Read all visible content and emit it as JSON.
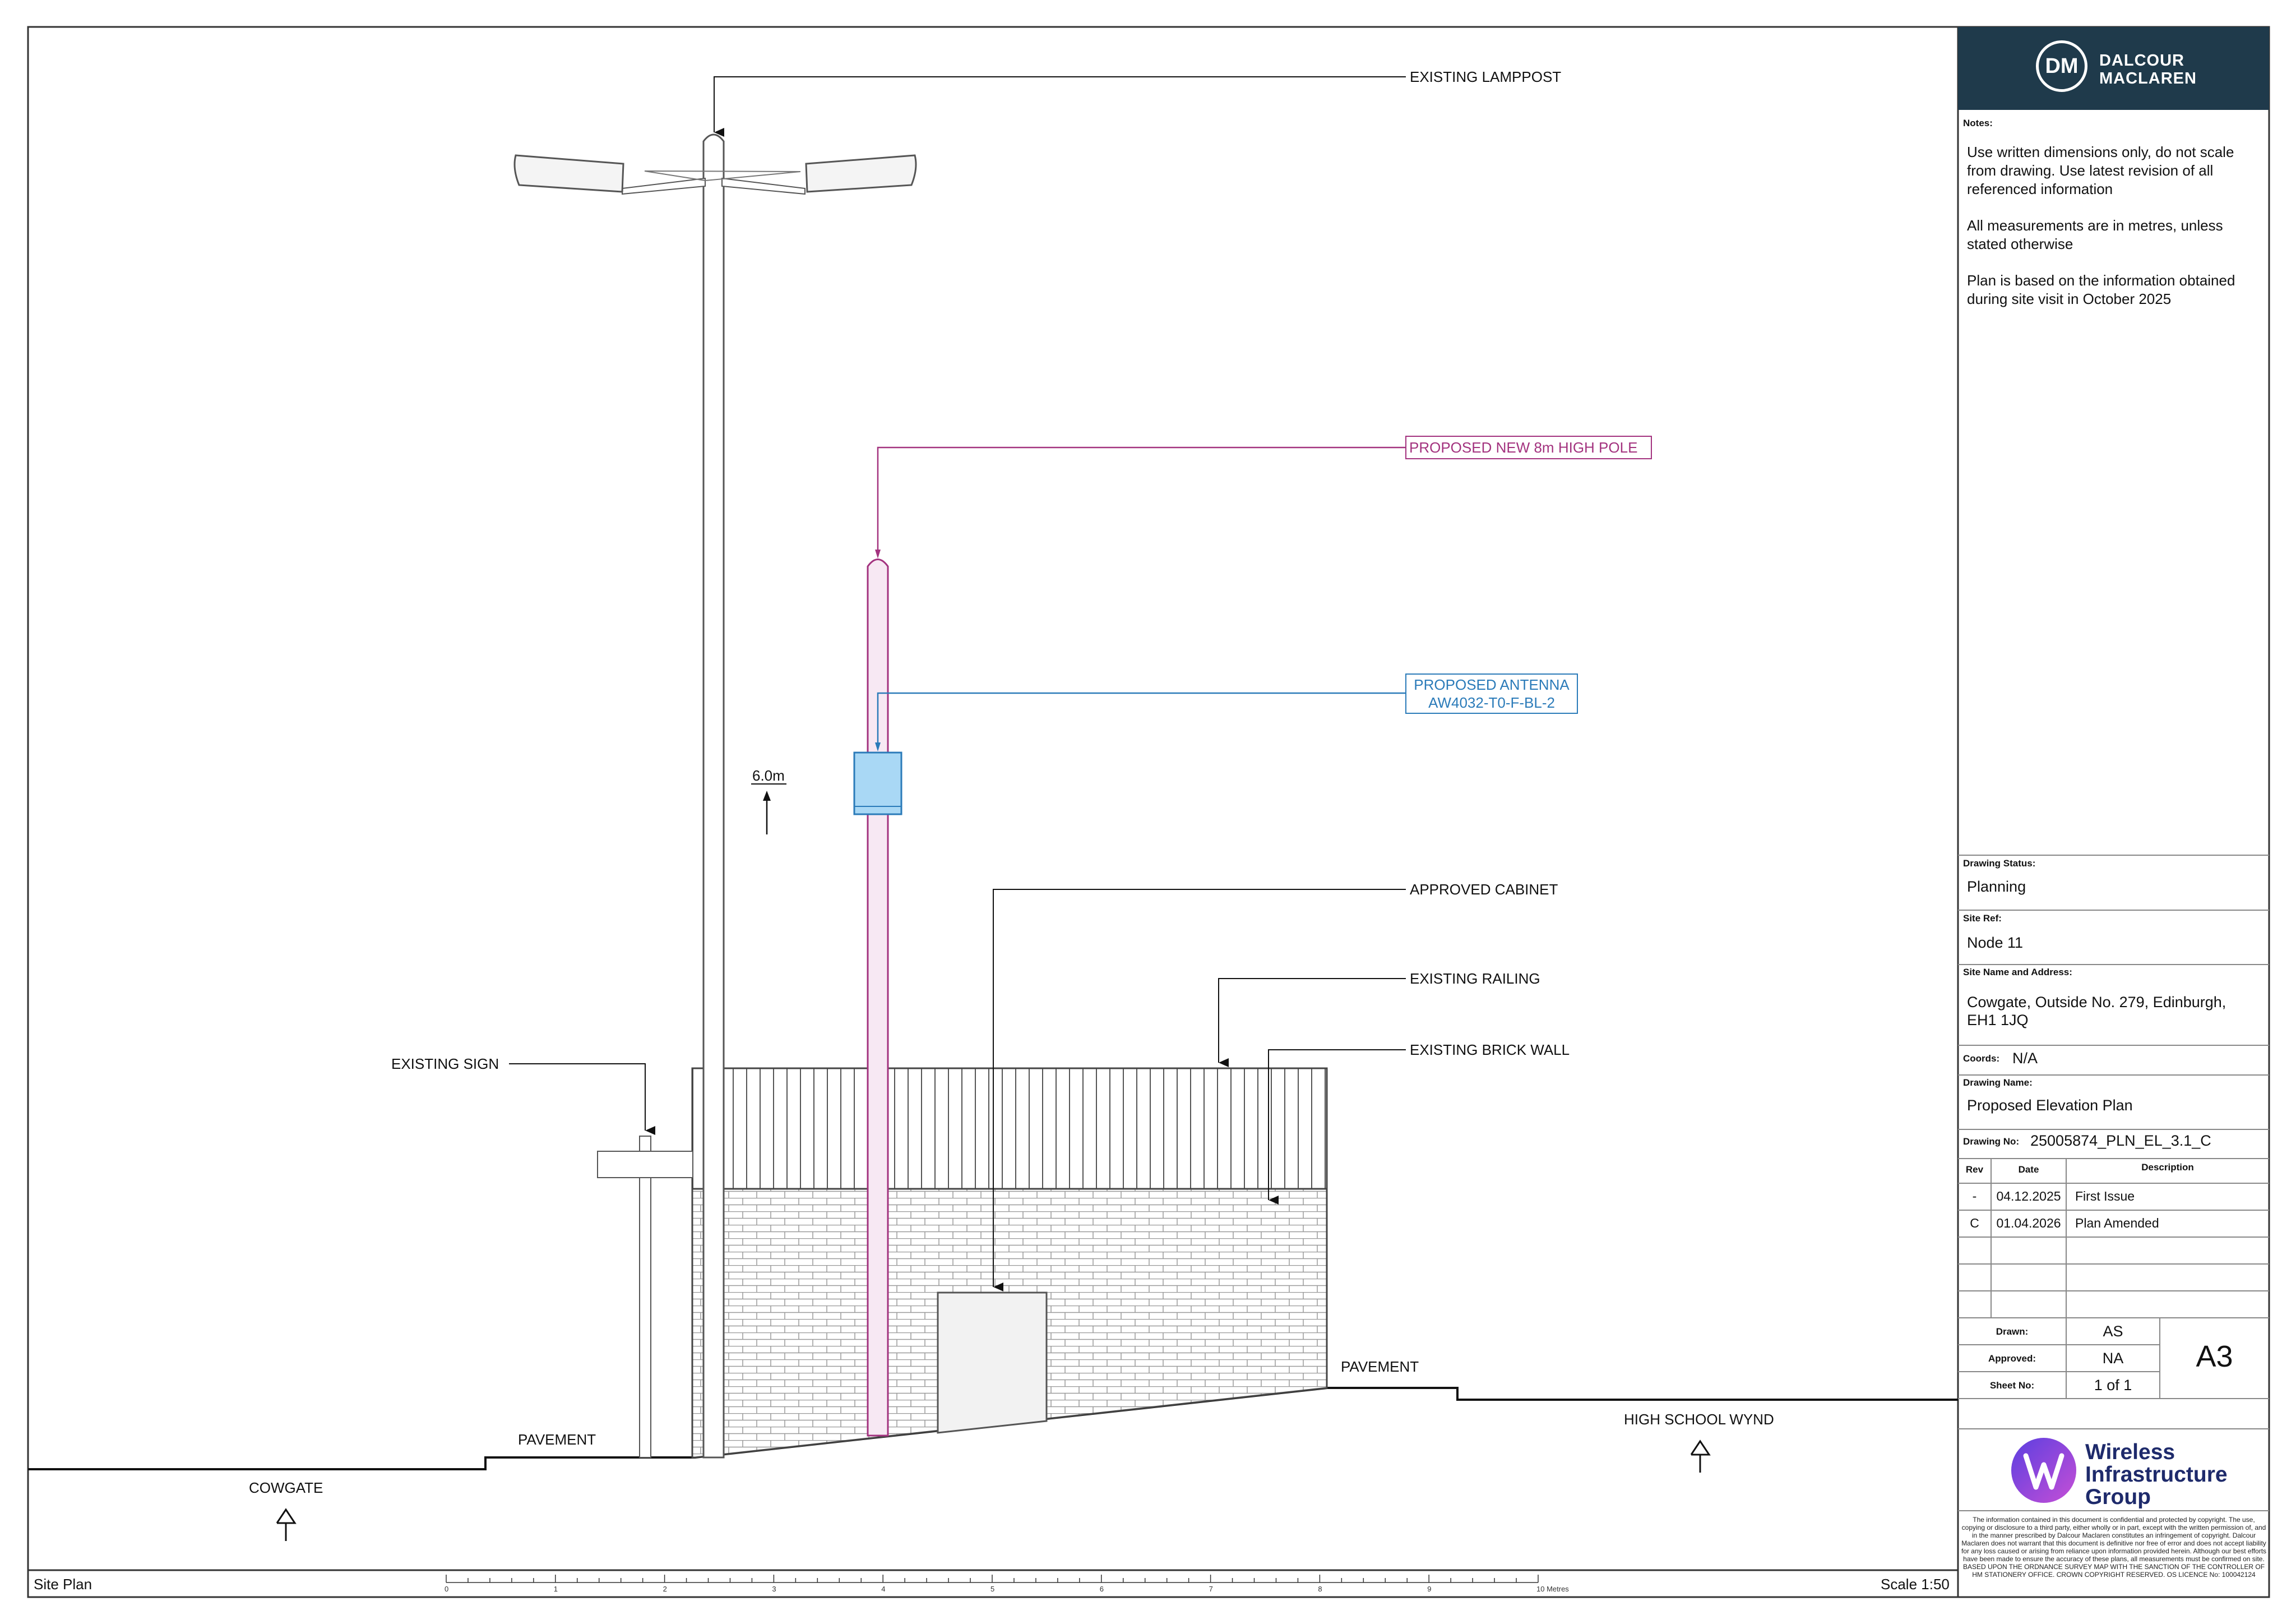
{
  "callouts": {
    "existing_lamppost": "EXISTING LAMPPOST",
    "proposed_pole": "PROPOSED NEW 8m HIGH POLE",
    "proposed_antenna_line1": "PROPOSED ANTENNA",
    "proposed_antenna_line2": "AW4032-T0-F-BL-2",
    "height_marker": "6.0m",
    "approved_cabinet": "APPROVED CABINET",
    "existing_railing": "EXISTING RAILING",
    "existing_brick_wall": "EXISTING BRICK WALL",
    "existing_sign": "EXISTING SIGN",
    "pavement_left": "PAVEMENT",
    "pavement_right": "PAVEMENT",
    "street_left": "COWGATE",
    "street_right": "HIGH SCHOOL WYND"
  },
  "footer": {
    "view_title": "Site Plan",
    "scale": "Scale 1:50",
    "scale_bar_labels": [
      "0",
      "1",
      "2",
      "3",
      "4",
      "5",
      "6",
      "7",
      "8",
      "9",
      "10 Metres"
    ]
  },
  "title_block": {
    "brand": {
      "monogram": "DM",
      "name_line1": "DALCOUR",
      "name_line2": "MACLAREN"
    },
    "notes_label": "Notes:",
    "notes": [
      "Use written dimensions only, do not scale from drawing. Use latest revision of all referenced information",
      "All measurements are in metres, unless stated otherwise",
      "Plan is based on the information obtained during site visit in October 2025"
    ],
    "drawing_status_label": "Drawing Status:",
    "drawing_status": "Planning",
    "site_ref_label": "Site Ref:",
    "site_ref": "Node 11",
    "site_name_label": "Site Name and Address:",
    "site_name_line1": "Cowgate, Outside No. 279, Edinburgh,",
    "site_name_line2": "EH1 1JQ",
    "coords_label": "Coords:",
    "coords": "N/A",
    "drawing_name_label": "Drawing Name:",
    "drawing_name": "Proposed Elevation Plan",
    "drawing_no_label": "Drawing No:",
    "drawing_no": "25005874_PLN_EL_3.1_C",
    "revision_headers": [
      "Rev",
      "Date",
      "Description"
    ],
    "revisions": [
      {
        "rev": "-",
        "date": "04.12.2025",
        "desc": "First Issue"
      },
      {
        "rev": "C",
        "date": "01.04.2026",
        "desc": "Plan Amended"
      }
    ],
    "drawn_label": "Drawn:",
    "drawn": "AS",
    "approved_label": "Approved:",
    "approved": "NA",
    "sheet_label": "Sheet No:",
    "sheet": "1 of 1",
    "paper_size": "A3",
    "client_line1": "Wireless",
    "client_line2": "Infrastructure",
    "client_line3": "Group",
    "copyright": "The information contained in this document is confidential and protected by copyright. The use, copying or disclosure to a third party, either wholly or in part, except with the written permission of, and in the manner prescribed by Dalcour Maclaren constitutes an infringement of copyright. Dalcour Maclaren does not warrant that this document is definitive nor free of error and does not accept liability for any loss caused or arising from reliance upon information provided herein. Although our best efforts have been made to ensure the accuracy of these plans, all measurements must be confirmed on site. BASED UPON THE ORDNANCE SURVEY MAP WITH THE SANCTION OF THE CONTROLLER OF HM STATIONERY OFFICE. CROWN COPYRIGHT RESERVED. OS LICENCE No: 100042124"
  },
  "colors": {
    "pole": "#a3337f",
    "antenna": "#2b7bb9",
    "antenna_fill": "#a9d8f5",
    "header": "#1f3a4b",
    "brand_accent": "#7b3ff2"
  }
}
